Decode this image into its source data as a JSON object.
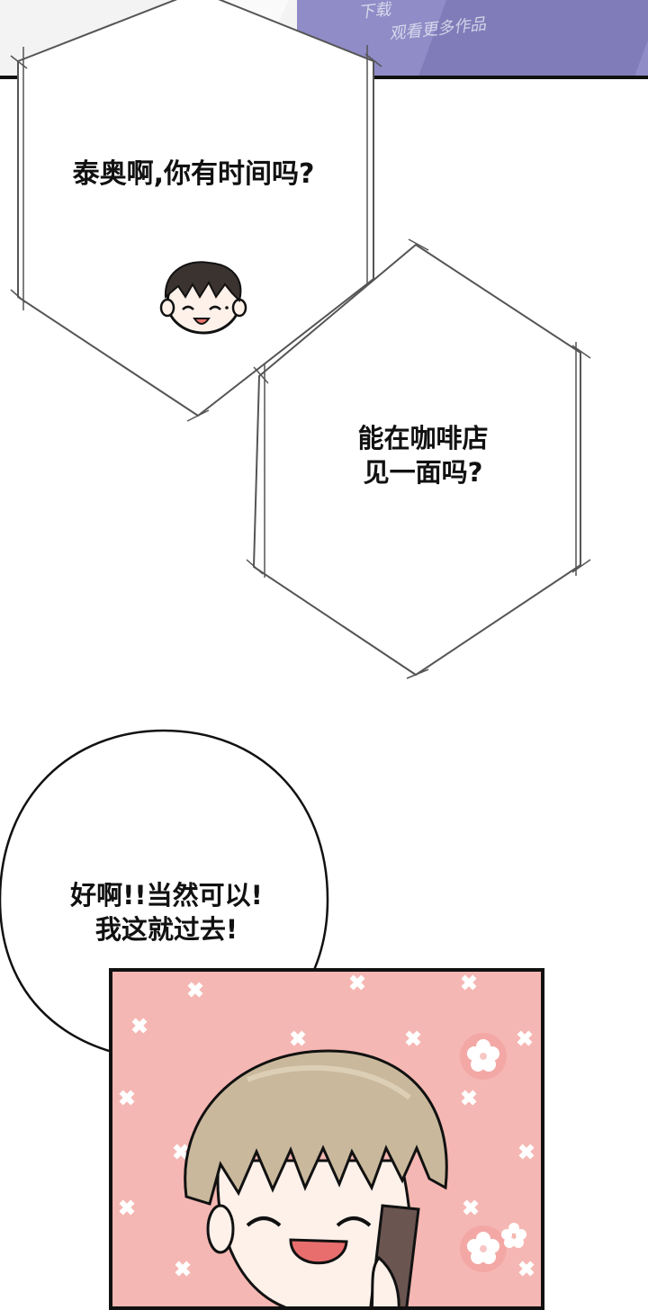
{
  "watermark": {
    "line1": "下载",
    "line2": "观看更多作品"
  },
  "dialogue": {
    "bubble1": "泰奥啊,你有时间吗?",
    "bubble2_line1": "能在咖啡店",
    "bubble2_line2": "见一面吗?",
    "bubble3_line1": "好啊!!当然可以!",
    "bubble3_line2": "我这就过去!"
  },
  "colors": {
    "panel_pink": "#f5b7b3",
    "top_purple": "#8f8cc7",
    "hair": "#c9b89c",
    "chibi_hair": "#3b3330"
  }
}
